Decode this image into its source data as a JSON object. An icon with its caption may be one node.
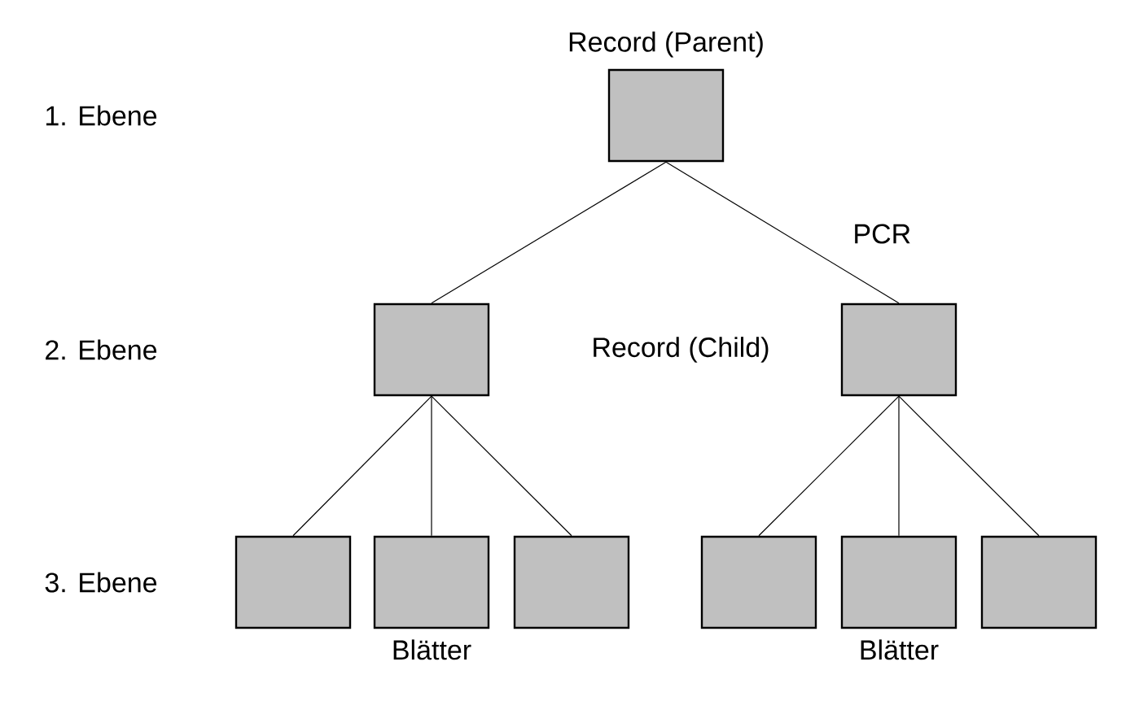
{
  "diagram": {
    "nodes": [
      {
        "text": [
          "Record (Parent)"
        ]
      },
      {
        "text": [],
        "shape": "box",
        "beside": [
          "Record (Child)"
        ]
      },
      {
        "text": [],
        "shape": "box"
      },
      {
        "text": [],
        "shape": "box"
      },
      {
        "text": [],
        "shape": "box",
        "beside": [
          "Blätter"
        ]
      },
      {
        "text": [],
        "shape": "box"
      },
      {
        "text": [],
        "shape": "box"
      },
      {
        "text": [],
        "shape": "box",
        "beside": [
          "Blätter"
        ]
      },
      {
        "text": [],
        "shape": "box"
      }
    ],
    "edges": [
      {
        "from": 0,
        "to": 1,
        "arrow": "none"
      },
      {
        "from": 0,
        "to": 2,
        "arrow": "none",
        "label": "PCR"
      },
      {
        "from": 1,
        "to": 3,
        "arrow": "none"
      },
      {
        "from": 1,
        "to": 4,
        "arrow": "none"
      },
      {
        "from": 1,
        "to": 5,
        "arrow": "none"
      },
      {
        "from": 2,
        "to": 6,
        "arrow": "none"
      },
      {
        "from": 2,
        "to": 7,
        "arrow": "none"
      },
      {
        "from": 2,
        "to": 8,
        "arrow": "none"
      }
    ],
    "labels": [
      "1. Ebene",
      "2. Ebene",
      "3. Ebene"
    ]
  }
}
